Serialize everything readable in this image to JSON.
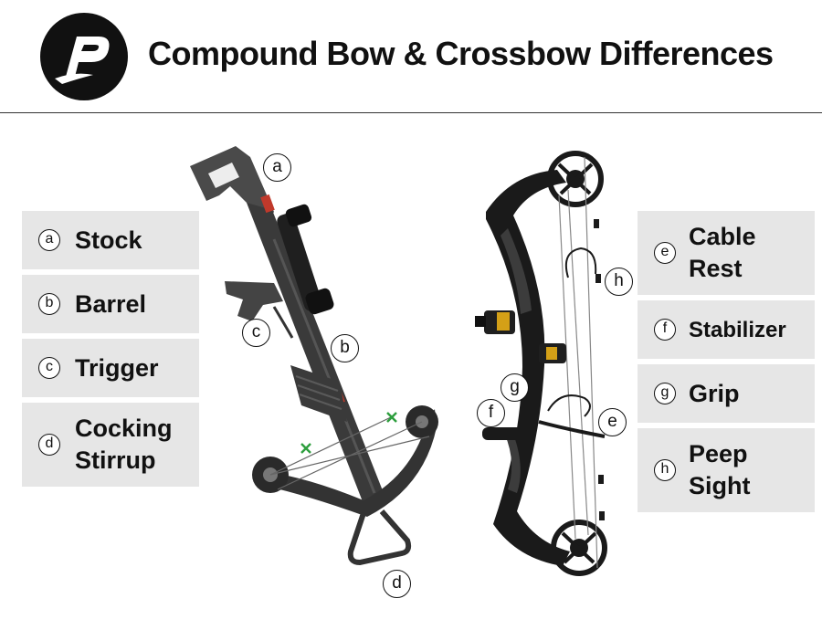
{
  "header": {
    "title": "Compound Bow & Crossbow Differences",
    "logo_icon": "brand-logo-icon"
  },
  "crossbow_labels": [
    {
      "letter": "a",
      "text": "Stock"
    },
    {
      "letter": "b",
      "text": "Barrel"
    },
    {
      "letter": "c",
      "text": "Trigger"
    },
    {
      "letter": "d",
      "text": "Cocking Stirrup"
    }
  ],
  "bow_labels": [
    {
      "letter": "e",
      "text": "Cable Rest"
    },
    {
      "letter": "f",
      "text": "Stabilizer"
    },
    {
      "letter": "g",
      "text": "Grip"
    },
    {
      "letter": "h",
      "text": "Peep Sight"
    }
  ],
  "callouts": {
    "a": "a",
    "b": "b",
    "c": "c",
    "d": "d",
    "e": "e",
    "f": "f",
    "g": "g",
    "h": "h"
  },
  "colors": {
    "label_bg": "#e6e6e6",
    "crossbow_body": "#3a3a3a",
    "bow_body": "#1a1a1a",
    "accent_red": "#c0392b",
    "accent_green": "#2e9e3e"
  }
}
